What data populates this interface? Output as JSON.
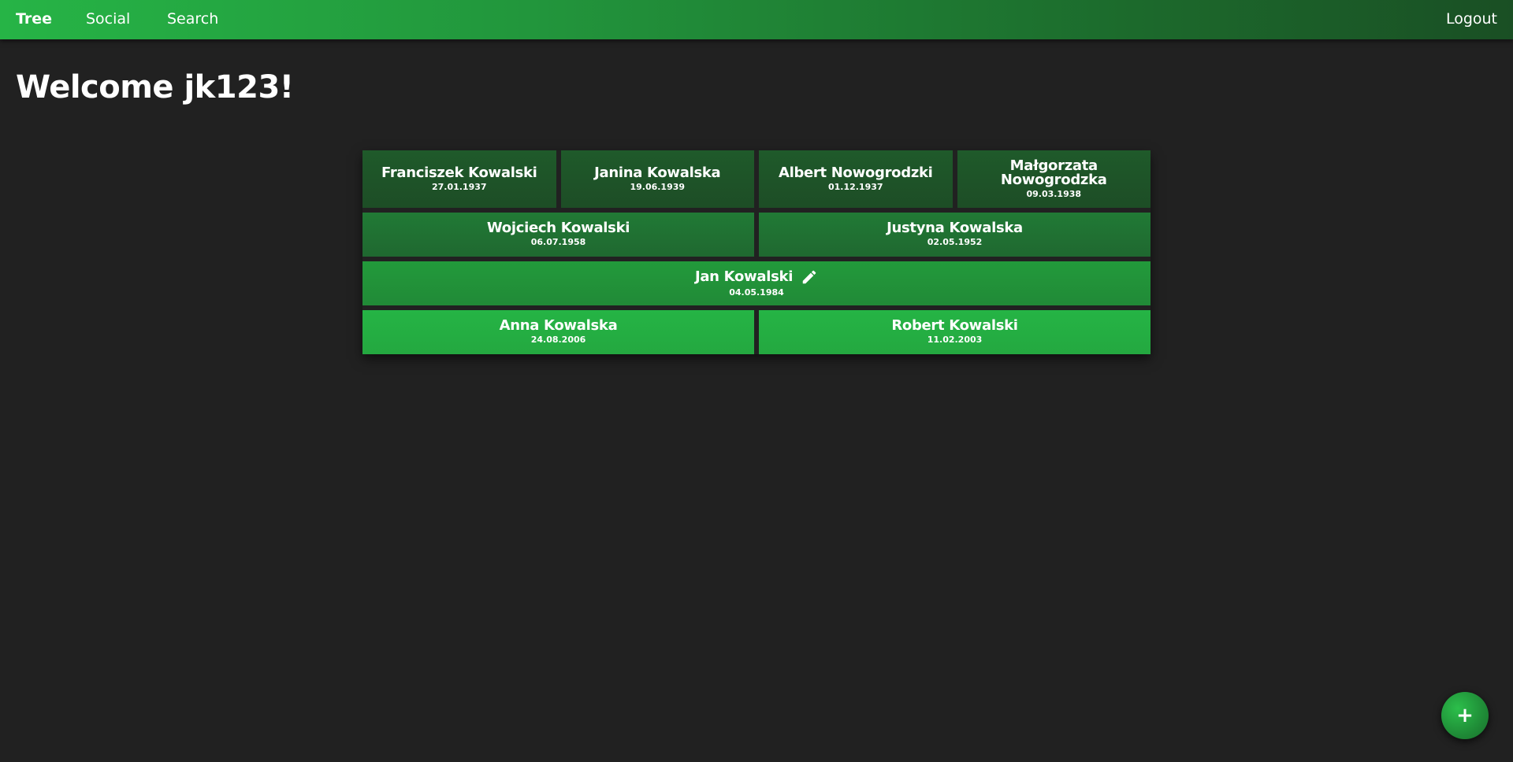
{
  "nav": {
    "tree_label": "Tree",
    "social_label": "Social",
    "search_label": "Search",
    "logout_label": "Logout"
  },
  "welcome": "Welcome jk123!",
  "tree": {
    "grandparents": [
      {
        "name": "Franciszek Kowalski",
        "date": "27.01.1937"
      },
      {
        "name": "Janina Kowalska",
        "date": "19.06.1939"
      },
      {
        "name": "Albert Nowogrodzki",
        "date": "01.12.1937"
      },
      {
        "name": "Małgorzata Nowogrodzka",
        "date": "09.03.1938"
      }
    ],
    "parents": [
      {
        "name": "Wojciech Kowalski",
        "date": "06.07.1958"
      },
      {
        "name": "Justyna Kowalska",
        "date": "02.05.1952"
      }
    ],
    "self": {
      "name": "Jan Kowalski",
      "date": "04.05.1984",
      "icon": "pencil-icon"
    },
    "children": [
      {
        "name": "Anna Kowalska",
        "date": "24.08.2006"
      },
      {
        "name": "Robert Kowalski",
        "date": "11.02.2003"
      }
    ]
  },
  "fab": {
    "label": "+",
    "icon": "plus-icon"
  },
  "colors": {
    "background": "#212121",
    "accent": "#25b445",
    "accent_dark": "#1a4f24"
  }
}
